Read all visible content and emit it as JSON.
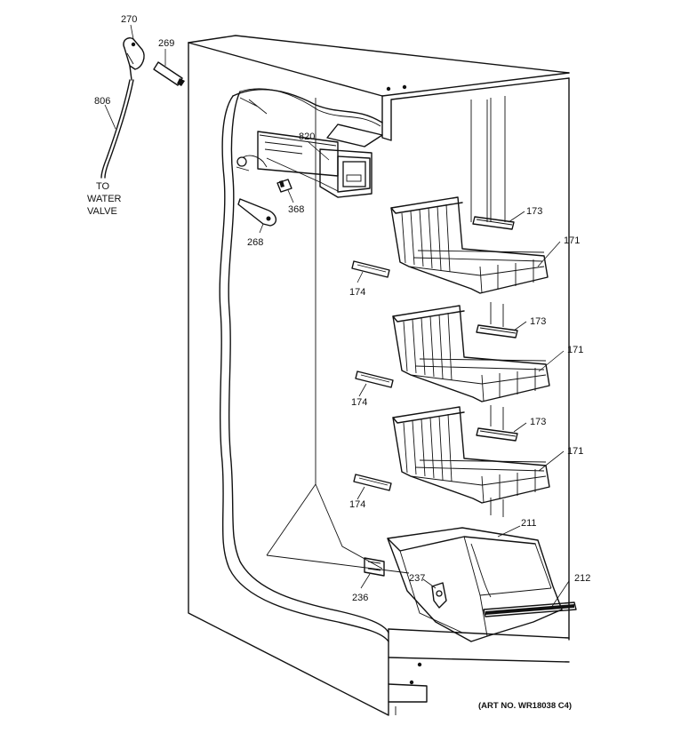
{
  "figure": {
    "art_number": "(ART NO. WR18038 C4)"
  },
  "parts": {
    "p270": "270",
    "p269": "269",
    "p806": "806",
    "to_water_valve": [
      "TO",
      "WATER",
      "VALVE"
    ],
    "p820": "820",
    "p368": "368",
    "p268": "268",
    "p173_top": "173",
    "p171_top": "171",
    "p174_top": "174",
    "p173_mid": "173",
    "p171_mid": "171",
    "p174_mid": "174",
    "p173_low": "173",
    "p171_low": "171",
    "p174_low": "174",
    "p211": "211",
    "p212": "212",
    "p237": "237",
    "p236": "236"
  }
}
